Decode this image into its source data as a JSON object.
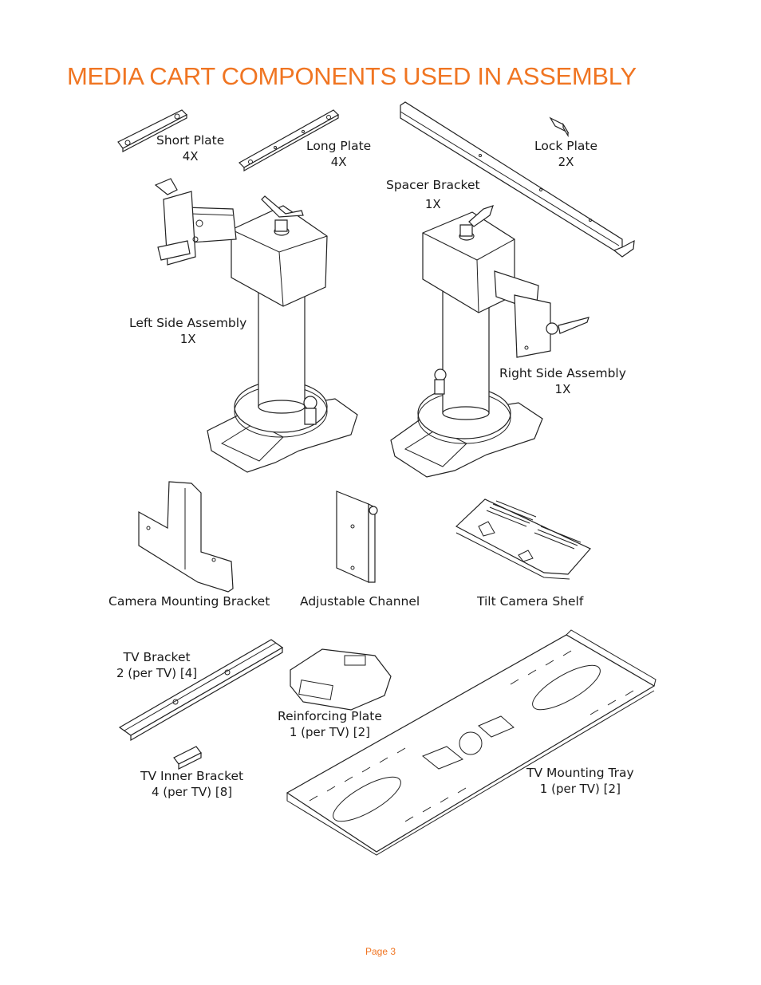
{
  "title": "MEDIA CART COMPONENTS USED IN ASSEMBLY",
  "parts": {
    "short_plate": {
      "name": "Short Plate",
      "qty": "4X"
    },
    "long_plate": {
      "name": "Long Plate",
      "qty": "4X"
    },
    "lock_plate": {
      "name": "Lock Plate",
      "qty": "2X"
    },
    "spacer_bracket": {
      "name": "Spacer Bracket",
      "qty": "1X"
    },
    "left_side_assembly": {
      "name": "Left Side Assembly",
      "qty": "1X"
    },
    "right_side_assembly": {
      "name": "Right Side Assembly",
      "qty": "1X"
    },
    "camera_mounting_bracket": {
      "name": "Camera Mounting Bracket"
    },
    "adjustable_channel": {
      "name": "Adjustable Channel"
    },
    "tilt_camera_shelf": {
      "name": "Tilt Camera Shelf"
    },
    "tv_bracket": {
      "name": "TV Bracket",
      "qty": "2 (per TV) [4]"
    },
    "reinforcing_plate": {
      "name": "Reinforcing Plate",
      "qty": "1 (per TV) [2]"
    },
    "tv_inner_bracket": {
      "name": "TV Inner Bracket",
      "qty": "4 (per TV) [8]"
    },
    "tv_mounting_tray": {
      "name": "TV Mounting Tray",
      "qty": "1 (per TV) [2]"
    }
  },
  "footer": {
    "page": "Page 3"
  },
  "colors": {
    "accent": "#f07522",
    "line": "#222222"
  }
}
